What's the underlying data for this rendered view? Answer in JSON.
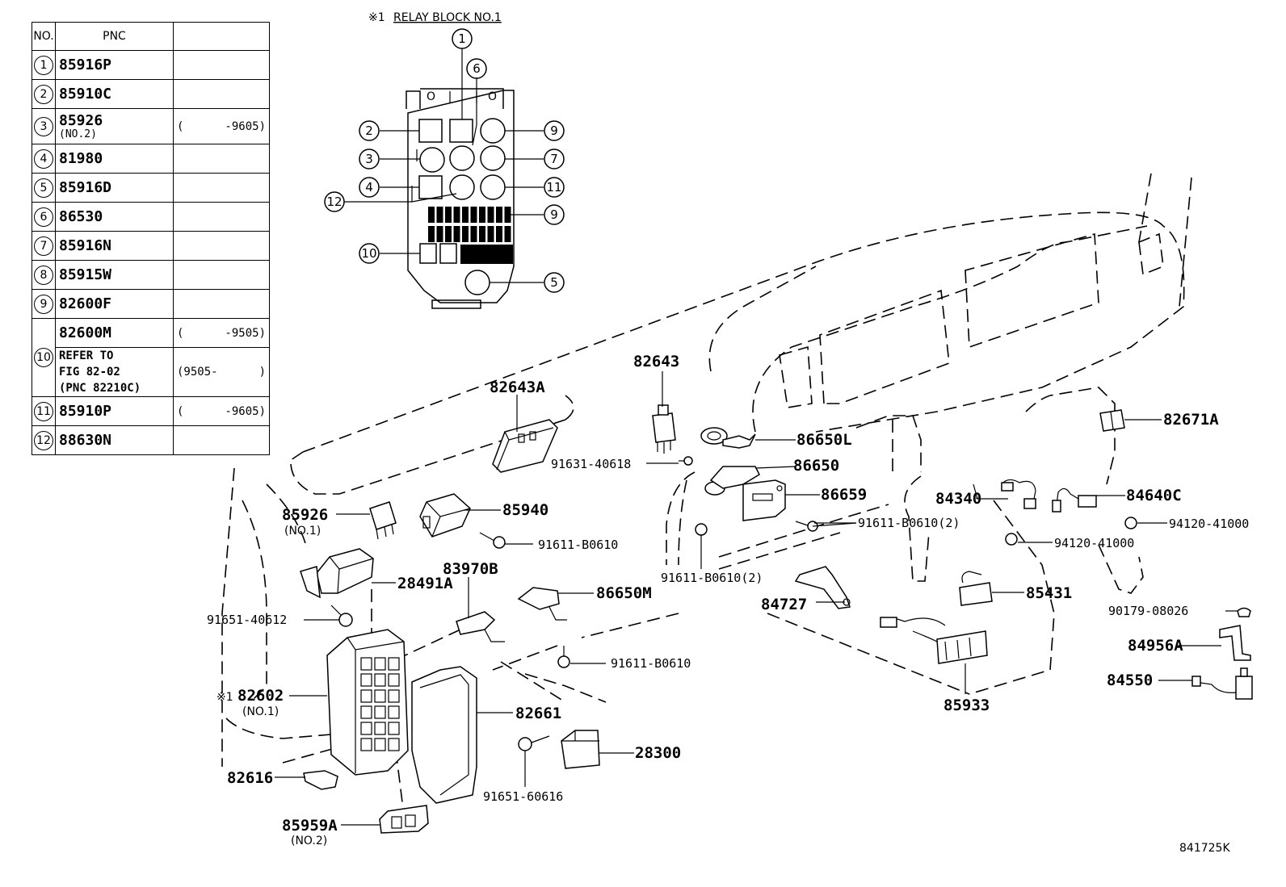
{
  "table": {
    "headers": {
      "no": "NO.",
      "pnc": "PNC",
      "range": ""
    },
    "rows": [
      {
        "no": "1",
        "pnc": "85916P",
        "sub": "",
        "range_open": "",
        "range_close": ""
      },
      {
        "no": "2",
        "pnc": "85910C",
        "sub": "",
        "range_open": "",
        "range_close": ""
      },
      {
        "no": "3",
        "pnc": "85926",
        "sub": "(NO.2)",
        "range_open": "(",
        "range_close": "-9605)"
      },
      {
        "no": "4",
        "pnc": "81980",
        "sub": "",
        "range_open": "",
        "range_close": ""
      },
      {
        "no": "5",
        "pnc": "85916D",
        "sub": "",
        "range_open": "",
        "range_close": ""
      },
      {
        "no": "6",
        "pnc": "86530",
        "sub": "",
        "range_open": "",
        "range_close": ""
      },
      {
        "no": "7",
        "pnc": "85916N",
        "sub": "",
        "range_open": "",
        "range_close": ""
      },
      {
        "no": "8",
        "pnc": "85915W",
        "sub": "",
        "range_open": "",
        "range_close": ""
      },
      {
        "no": "9",
        "pnc": "82600F",
        "sub": "",
        "range_open": "",
        "range_close": ""
      },
      {
        "no": "10",
        "pnc": "82600M",
        "sub": "",
        "range_open": "(",
        "range_close": "-9505)",
        "refer_lines": [
          "REFER TO",
          "FIG 82-02",
          "(PNC 82210C)"
        ],
        "refer_range_open": "(9505-",
        "refer_range_close": ")"
      },
      {
        "no": "11",
        "pnc": "85910P",
        "sub": "",
        "range_open": "(",
        "range_close": "-9605)"
      },
      {
        "no": "12",
        "pnc": "88630N",
        "sub": "",
        "range_open": "",
        "range_close": ""
      }
    ]
  },
  "relay_block": {
    "title_mark": "※1",
    "title": "RELAY BLOCK NO.1",
    "slot_marks": [
      "O",
      "O"
    ],
    "callouts": [
      "1",
      "6",
      "2",
      "9",
      "3",
      "7",
      "4",
      "11",
      "12",
      "9",
      "10",
      "5"
    ]
  },
  "labels": {
    "p82643": "82643",
    "p82643a": "82643A",
    "p86650l": "86650L",
    "p86650": "86650",
    "p86659": "86659",
    "p91631_40618": "91631-40618",
    "p82671a": "82671A",
    "p84340": "84340",
    "p84640c": "84640C",
    "p94120_41000_a": "94120-41000",
    "p94120_41000_b": "94120-41000",
    "p91611_b0610_2a": "91611-B0610(2)",
    "p91611_b0610_2b": "91611-B0610(2)",
    "p85926": "85926",
    "p85926_sub": "(NO.1)",
    "p85940": "85940",
    "p91611_b0610_a": "91611-B0610",
    "p83970b": "83970B",
    "p28491a": "28491A",
    "p86650m": "86650M",
    "p84727": "84727",
    "p85431": "85431",
    "p91651_40612": "91651-40612",
    "p90179_08026": "90179-08026",
    "p84956a": "84956A",
    "p84550": "84550",
    "p91611_b0610_b": "91611-B0610",
    "p82602_mark": "※1",
    "p82602": "82602",
    "p82602_sub": "(NO.1)",
    "p82661": "82661",
    "p85933": "85933",
    "p28300": "28300",
    "p82616": "82616",
    "p91651_60616": "91651-60616",
    "p85959a": "85959A",
    "p85959a_sub": "(NO.2)",
    "fig_code": "841725K"
  }
}
